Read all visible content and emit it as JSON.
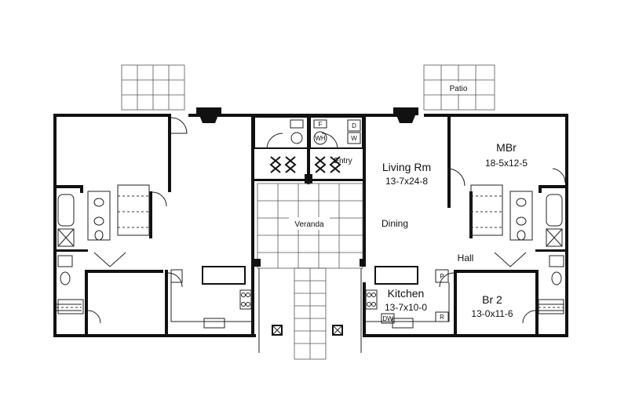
{
  "rooms": {
    "patio": "Patio",
    "mbr": {
      "name": "MBr",
      "size": "18-5x12-5"
    },
    "living": {
      "name": "Living Rm",
      "size": "13-7x24-8"
    },
    "dining": "Dining",
    "entry": "Entry",
    "veranda": "Veranda",
    "hall": "Hall",
    "kitchen": {
      "name": "Kitchen",
      "size": "13-7x10-0"
    },
    "br2": {
      "name": "Br 2",
      "size": "13-0x11-6"
    }
  },
  "fixtures": {
    "furnace": "F",
    "water_heater": "WH",
    "dryer": "D",
    "washer": "W",
    "pantry": "P",
    "dishwasher": "DW",
    "range": "R"
  }
}
